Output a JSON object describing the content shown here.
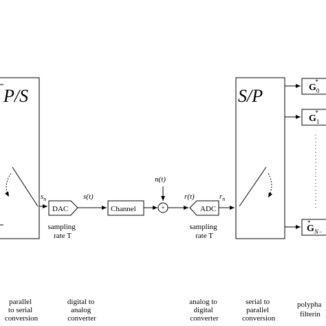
{
  "blocks": {
    "ps": "P/S",
    "sp": "S/P",
    "dac": "DAC",
    "channel": "Channel",
    "adc": "ADC",
    "sum": "+",
    "filters": [
      "G",
      "G",
      "G"
    ],
    "filter_subscripts": [
      "0",
      "1",
      "N−"
    ],
    "filter_marks": [
      "*",
      "*",
      "*"
    ]
  },
  "signals": {
    "sn": "s",
    "sn_sub": "n",
    "st": "s(t)",
    "nt": "n(t)",
    "rt": "r(t)",
    "rn": "r",
    "rn_sub": "n"
  },
  "sampling": {
    "dac": [
      "sampling",
      "rate T"
    ],
    "adc": [
      "sampling",
      "rate T"
    ]
  },
  "captions": {
    "ps": [
      "parallel",
      "to serial",
      "conversion"
    ],
    "dac": [
      "digital to",
      "analog",
      "converter"
    ],
    "adc": [
      "analog to",
      "digital",
      "converter"
    ],
    "sp": [
      "serial to",
      "parallel",
      "conversion"
    ],
    "poly": [
      "polypha",
      "filterin"
    ]
  },
  "ellipsis": "⋮"
}
